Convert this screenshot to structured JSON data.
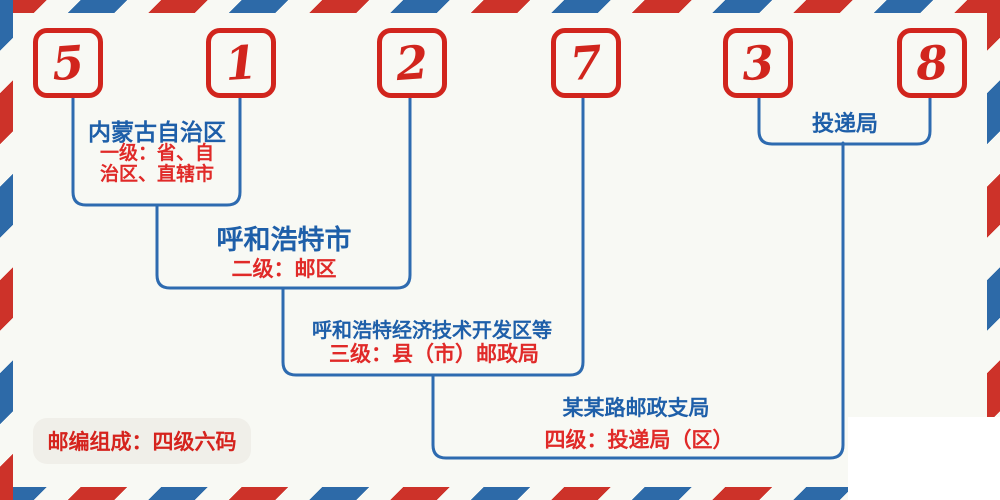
{
  "page": {
    "background": "#f8f9f4",
    "description_type": "postal-code-structure-diagram"
  },
  "postal_code": {
    "digits": [
      "5",
      "1",
      "2",
      "7",
      "3",
      "8"
    ]
  },
  "levels": [
    {
      "place": "内蒙古自治区",
      "desc_line1": "一级：省、自",
      "desc_line2": "治区、直辖市"
    },
    {
      "place": "呼和浩特市",
      "desc": "二级：邮区"
    },
    {
      "place": "呼和浩特经济技术开发区等",
      "desc": "三级：县（市）邮政局"
    },
    {
      "place": "某某路邮政支局",
      "desc": "四级：投递局（区）"
    }
  ],
  "delivery_label": "投递局",
  "footer_note": "邮编组成：四级六码",
  "colors": {
    "digit_red": "#d1251d",
    "desc_red": "#e02a28",
    "place_blue": "#1e5fa9",
    "line_blue": "#2e6bb0",
    "stripe_red": "#cd3229",
    "stripe_blue": "#2d6aa8",
    "background": "#f8f9f4",
    "pill_background": "#f0efe9"
  }
}
